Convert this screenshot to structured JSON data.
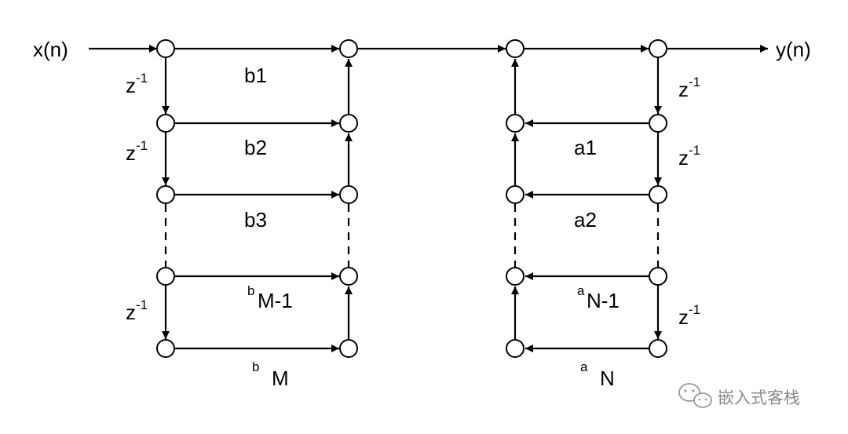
{
  "diagram": {
    "input_label": "x(n)",
    "output_label": "y(n)",
    "delay": {
      "base": "z",
      "exp": "-1"
    },
    "b_labels": [
      "b1",
      "b2",
      "b3"
    ],
    "b_m_minus_1": {
      "main": "b",
      "sub": "M-1"
    },
    "b_m": {
      "main": "b",
      "sub": "M"
    },
    "a_labels": [
      "a1",
      "a2"
    ],
    "a_n_minus_1": {
      "main": "a",
      "sub": "N-1"
    },
    "a_n": {
      "main": "a",
      "sub": "N"
    }
  },
  "watermark": {
    "text": "嵌入式客栈",
    "icon": "wechat-icon"
  }
}
